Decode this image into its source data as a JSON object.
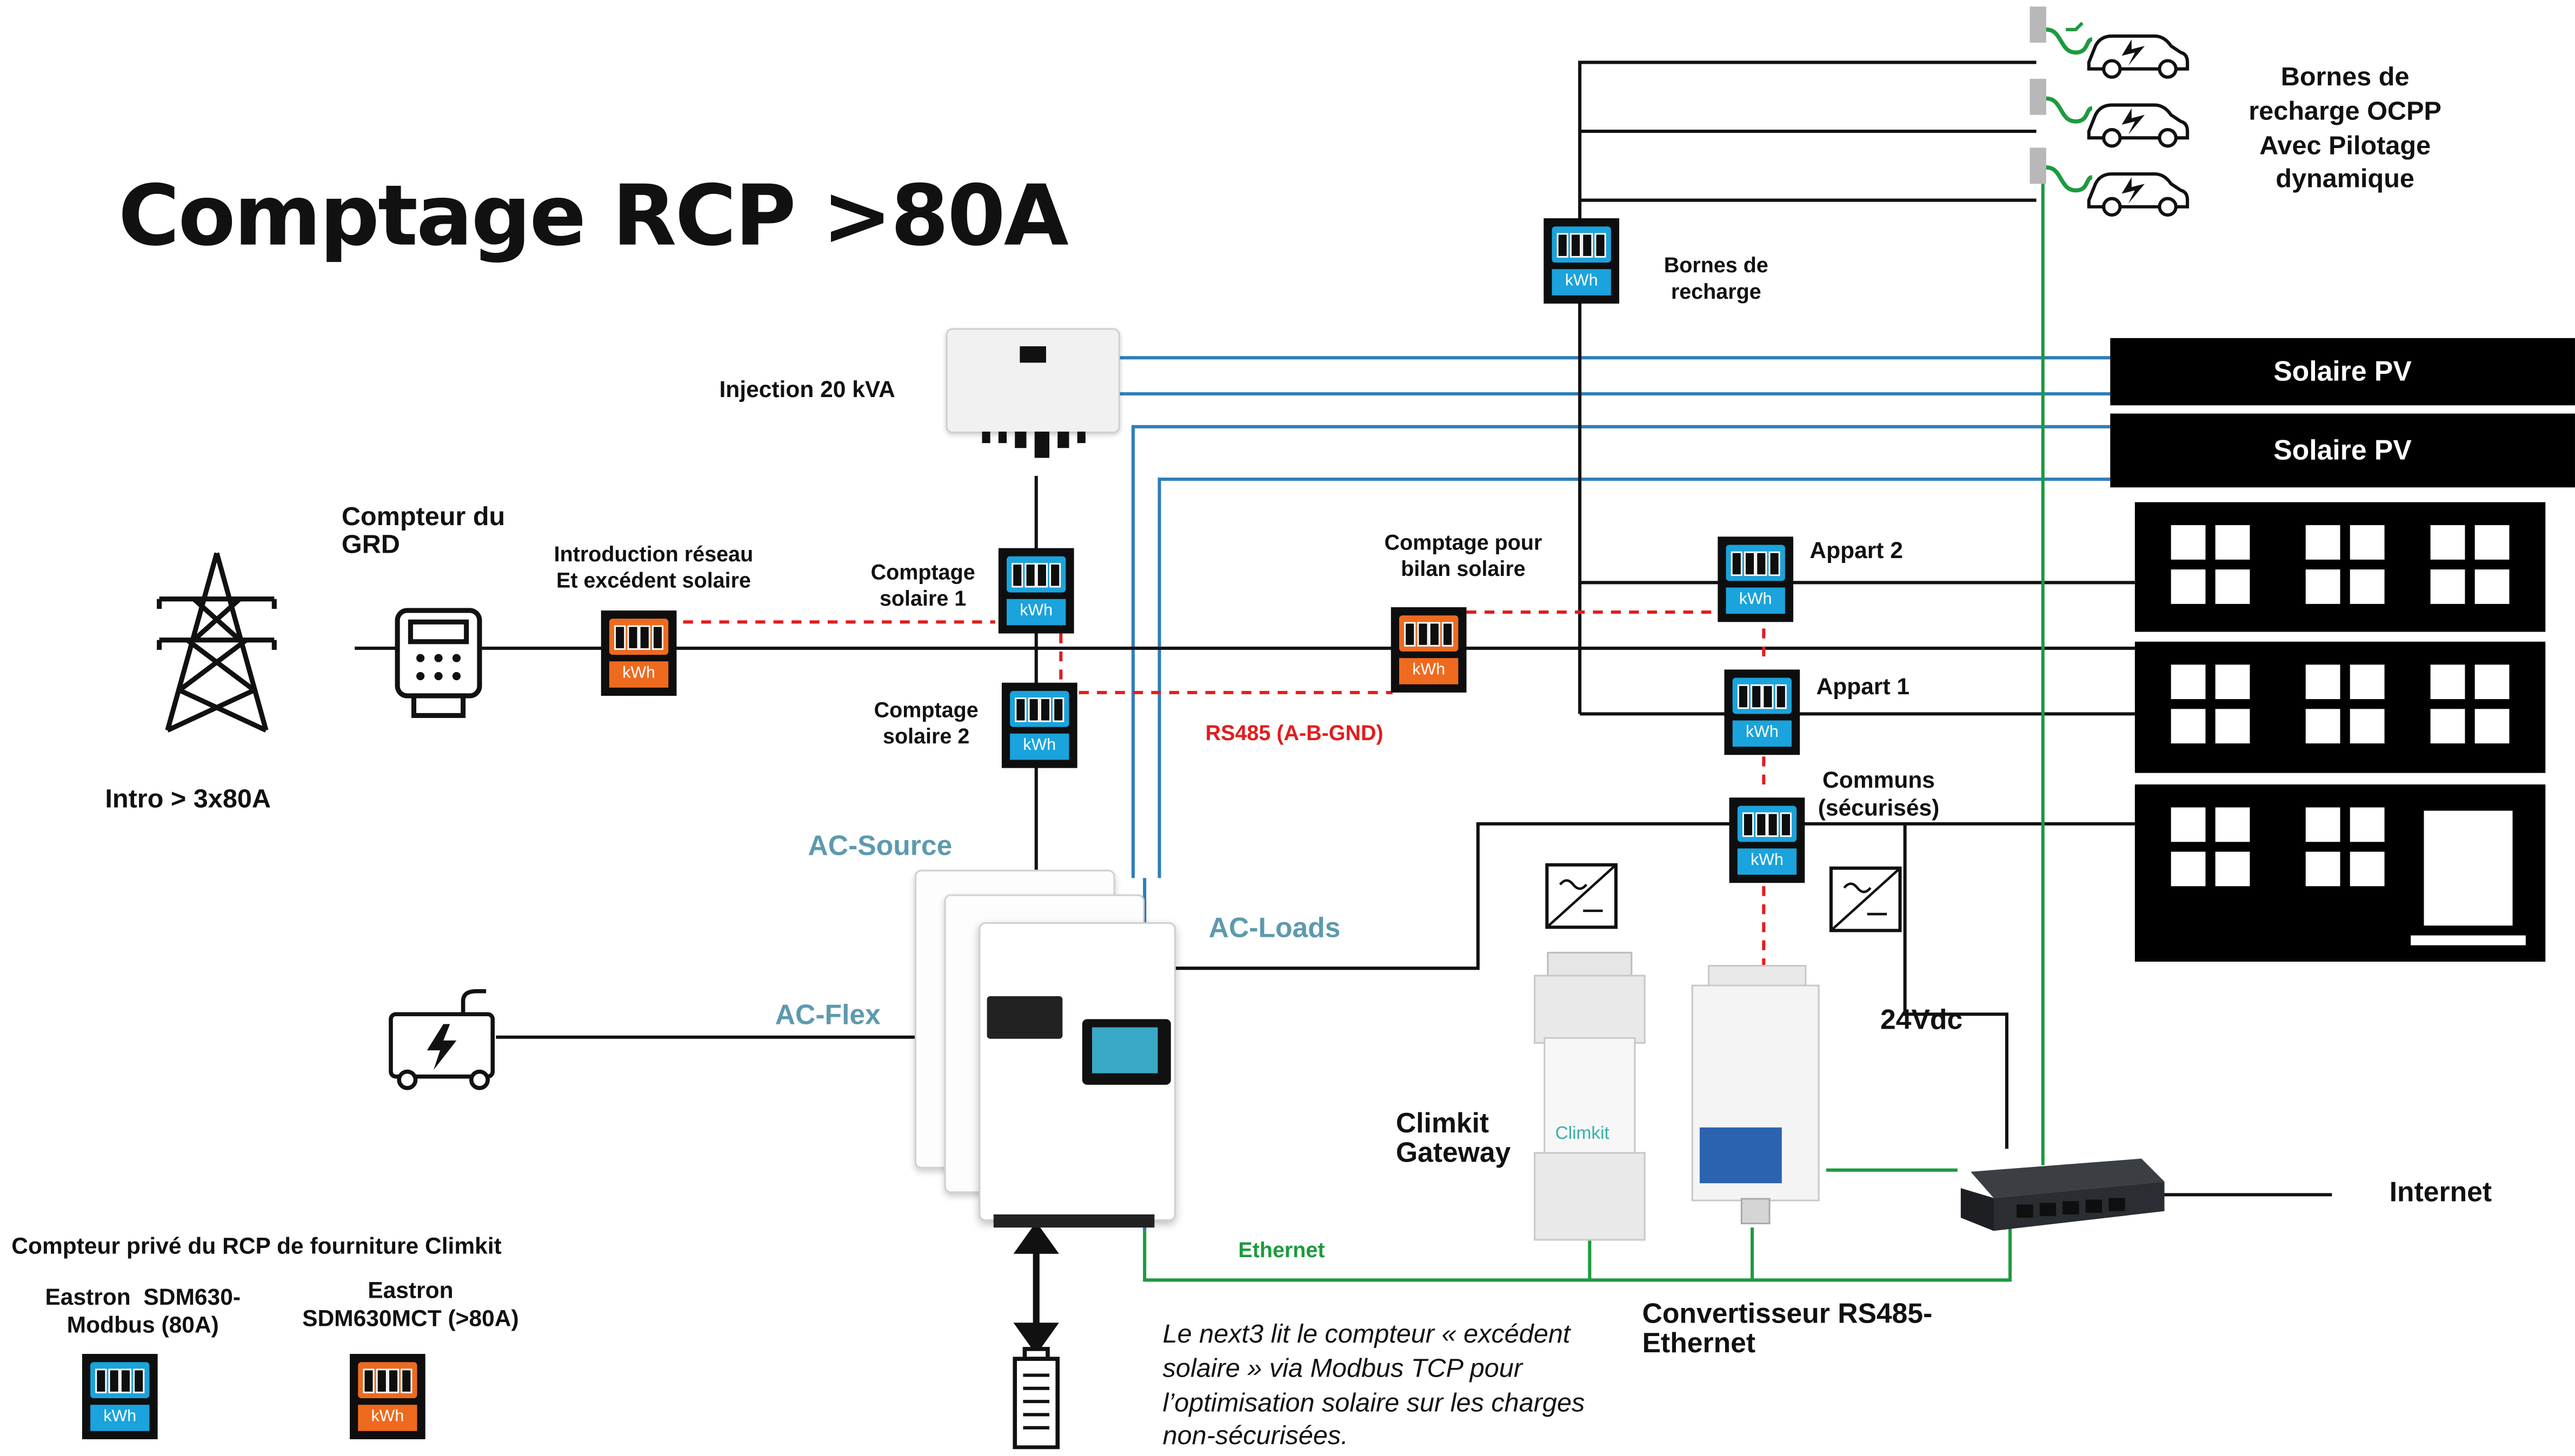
{
  "title": "Comptage RCP >80A",
  "labels": {
    "injection": "Injection 20 kVA",
    "grd_meter": "Compteur du\nGRD",
    "intro_reseau": "Introduction réseau\nEt excédent solaire",
    "comptage_solaire_1": "Comptage\nsolaire 1",
    "comptage_solaire_2": "Comptage\nsolaire 2",
    "comptage_bilan": "Comptage pour\nbilan solaire",
    "rs485": "RS485 (A-B-GND)",
    "bornes_recharge": "Bornes de\nrecharge",
    "bornes_ocpp": "Bornes de\nrecharge OCPP\nAvec Pilotage\ndynamique",
    "appart_2": "Appart 2",
    "appart_1": "Appart 1",
    "communs": "Communs\n(sécurisés)",
    "intro_3x80": "Intro > 3x80A",
    "ac_source": "AC-Source",
    "ac_loads": "AC-Loads",
    "ac_flex": "AC-Flex",
    "vdc": "24Vdc",
    "climkit_gateway": "Climkit\nGateway",
    "convertisseur": "Convertisseur RS485-\nEthernet",
    "internet": "Internet",
    "ethernet": "Ethernet",
    "climkit_logo": "Climkit",
    "compteur_prive": "Compteur privé du RCP de fourniture Climkit",
    "eastron_80": "Eastron  SDM630-\nModbus (80A)",
    "eastron_mct": "Eastron\nSDM630MCT (>80A)",
    "note": "Le next3 lit le compteur « excédent solaire » via Modbus TCP pour l’optimisation solaire sur les charges non-sécurisées."
  },
  "banners": [
    "Solaire PV",
    "Solaire PV"
  ],
  "meter_unit": "kWh",
  "colors": {
    "meter_blue": "#1aa3dc",
    "meter_orange": "#ee6a1f",
    "pv_line": "#2f7fb8",
    "rs485_line": "#e21d1d",
    "ethernet_line": "#1d9a3f",
    "ac_label": "#5d9aae"
  },
  "icons": [
    "pylon-icon",
    "grd-meter-icon",
    "solar-inverter-icon",
    "ev-charger-car-icon",
    "generator-icon",
    "battery-icon",
    "next3-inverter-icon",
    "dc-power-supply-icon",
    "climkit-gateway-icon",
    "rs485-converter-icon",
    "network-switch-icon",
    "apartment-building-icon"
  ]
}
